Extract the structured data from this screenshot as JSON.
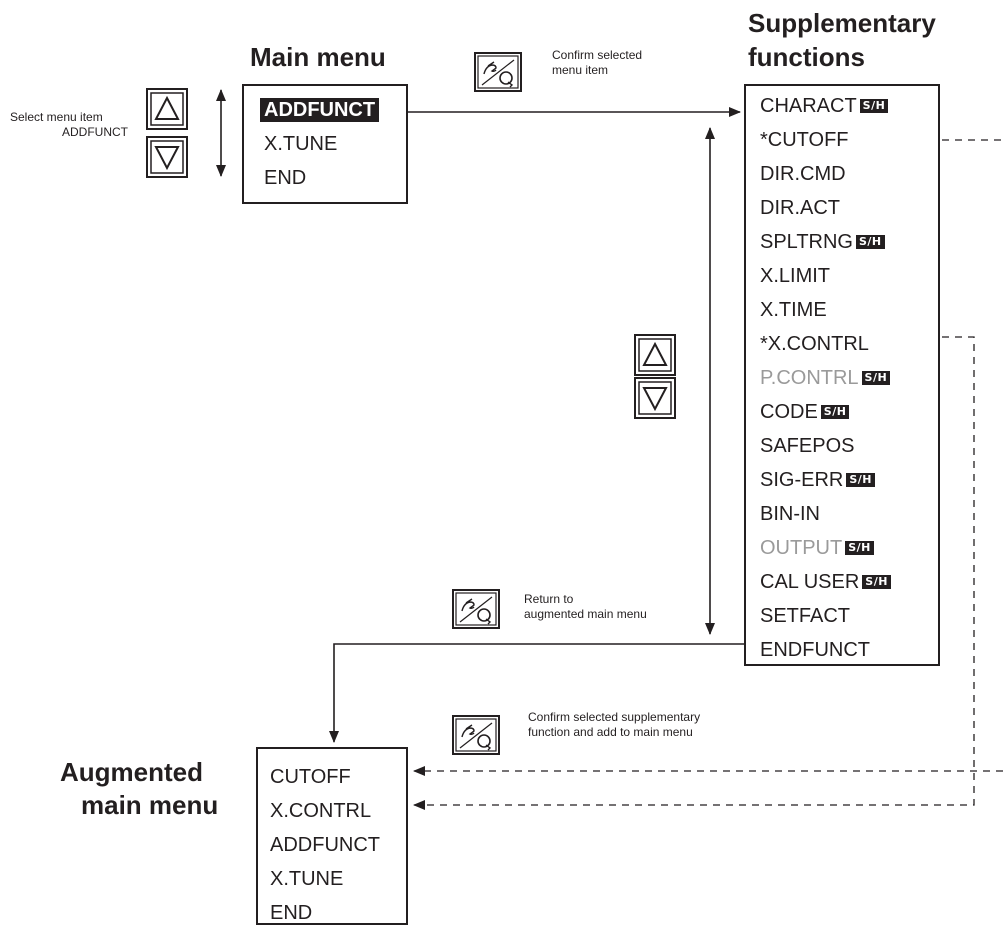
{
  "main_menu": {
    "title": "Main menu",
    "items": [
      "ADDFUNCT",
      "X.TUNE",
      "END"
    ]
  },
  "supplementary": {
    "title_line1": "Supplementary",
    "title_line2": "functions",
    "items": [
      {
        "label": "CHARACT",
        "badge": "S/H"
      },
      {
        "label": "*CUTOFF",
        "badge": ""
      },
      {
        "label": "DIR.CMD",
        "badge": ""
      },
      {
        "label": "DIR.ACT",
        "badge": ""
      },
      {
        "label": "SPLTRNG",
        "badge": "S/H"
      },
      {
        "label": "X.LIMIT",
        "badge": ""
      },
      {
        "label": "X.TIME",
        "badge": ""
      },
      {
        "label": "*X.CONTRL",
        "badge": ""
      },
      {
        "label": "P.CONTRL",
        "badge": "S/H"
      },
      {
        "label": "CODE",
        "badge": "S/H"
      },
      {
        "label": "SAFEPOS",
        "badge": ""
      },
      {
        "label": "SIG-ERR",
        "badge": "S/H"
      },
      {
        "label": "BIN-IN",
        "badge": ""
      },
      {
        "label": "OUTPUT",
        "badge": "S/H"
      },
      {
        "label": "CAL USER",
        "badge": "S/H"
      },
      {
        "label": "SETFACT",
        "badge": ""
      },
      {
        "label": "ENDFUNCT",
        "badge": ""
      }
    ]
  },
  "augmented": {
    "title_line1": "Augmented",
    "title_line2": "main menu",
    "items": [
      "CUTOFF",
      "X.CONTRL",
      "ADDFUNCT",
      "X.TUNE",
      "END"
    ]
  },
  "notes": {
    "select_line1": "Select menu item",
    "select_line2": "ADDFUNCT",
    "confirm_line1": "Confirm selected",
    "confirm_line2": "menu item",
    "return_line1": "Return to",
    "return_line2": "augmented main menu",
    "add_line1": "Confirm selected supplementary",
    "add_line2": "function and add to main menu"
  },
  "icons": {
    "up": "up-triangle-key-icon",
    "down": "down-triangle-key-icon",
    "hand": "hand-rotate-knob-icon"
  }
}
